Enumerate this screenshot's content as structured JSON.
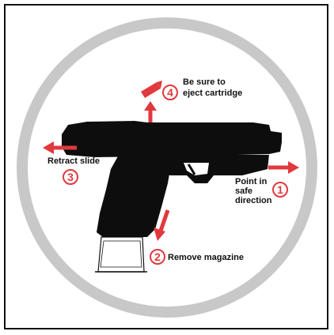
{
  "colors": {
    "accent": "#e0393e",
    "ring": "#c8c8c8",
    "pistol": "#0d0d0d",
    "text": "#111111"
  },
  "steps": [
    {
      "number": "1",
      "label_lines": [
        "Point in",
        "safe",
        "direction"
      ]
    },
    {
      "number": "2",
      "label_lines": [
        "Remove magazine"
      ]
    },
    {
      "number": "3",
      "label_lines": [
        "Retract slide"
      ]
    },
    {
      "number": "4",
      "label_lines": [
        "Be sure to",
        "eject cartridge"
      ]
    }
  ],
  "icons": {
    "pistol": "pistol-silhouette",
    "magazine": "magazine-outline",
    "cartridge": "cartridge-icon",
    "arrows": "arrow-icon"
  }
}
